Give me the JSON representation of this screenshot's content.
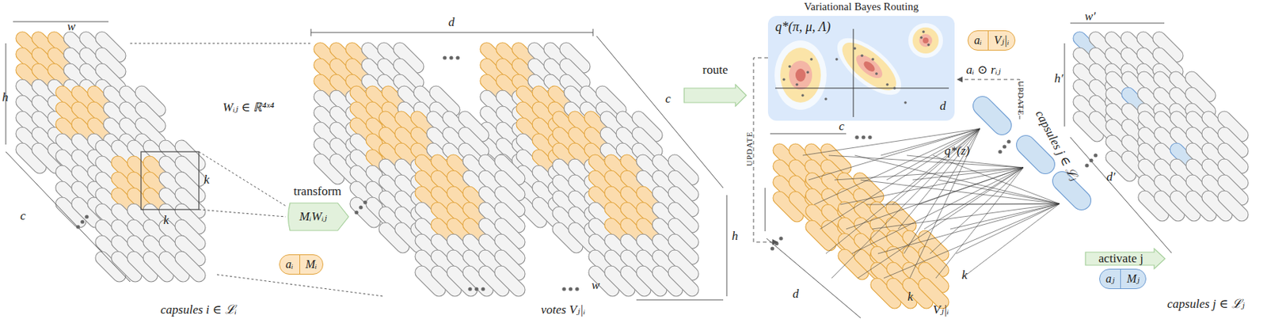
{
  "diagram": {
    "nodes": [
      {
        "text": [
          "transform",
          "MᵢWᵢⱼ"
        ]
      },
      {
        "text": [
          "aᵢ",
          "Mᵢ"
        ]
      },
      {
        "text": [
          "route"
        ]
      },
      {
        "text": [
          "Variational Bayes Routing",
          "q*(π, μ, Λ)",
          "d"
        ]
      },
      {
        "text": [
          "aᵢ",
          "Vⱼ|ᵢ"
        ]
      },
      {
        "text": [
          "activate j"
        ]
      },
      {
        "text": [
          "aⱼ",
          "Mⱼ"
        ]
      }
    ],
    "labels": [
      "w",
      "h",
      "c",
      "k",
      "k",
      "Wᵢⱼ ∈ ℝ⁴ˣ⁴",
      "capsules i ∈ ℒᵢ",
      "d",
      "c",
      "h",
      "w",
      "votes Vⱼ|ᵢ",
      "aᵢ ⊙ rᵢⱼ",
      "UPDATE",
      "UPDATE",
      "c",
      "q*(z)",
      "capsules j ∈ ℒⱼ",
      "d",
      "k",
      "k",
      "Vⱼ|ᵢ",
      "w′",
      "h′",
      "d′",
      "capsules j ∈ ℒⱼ"
    ]
  }
}
